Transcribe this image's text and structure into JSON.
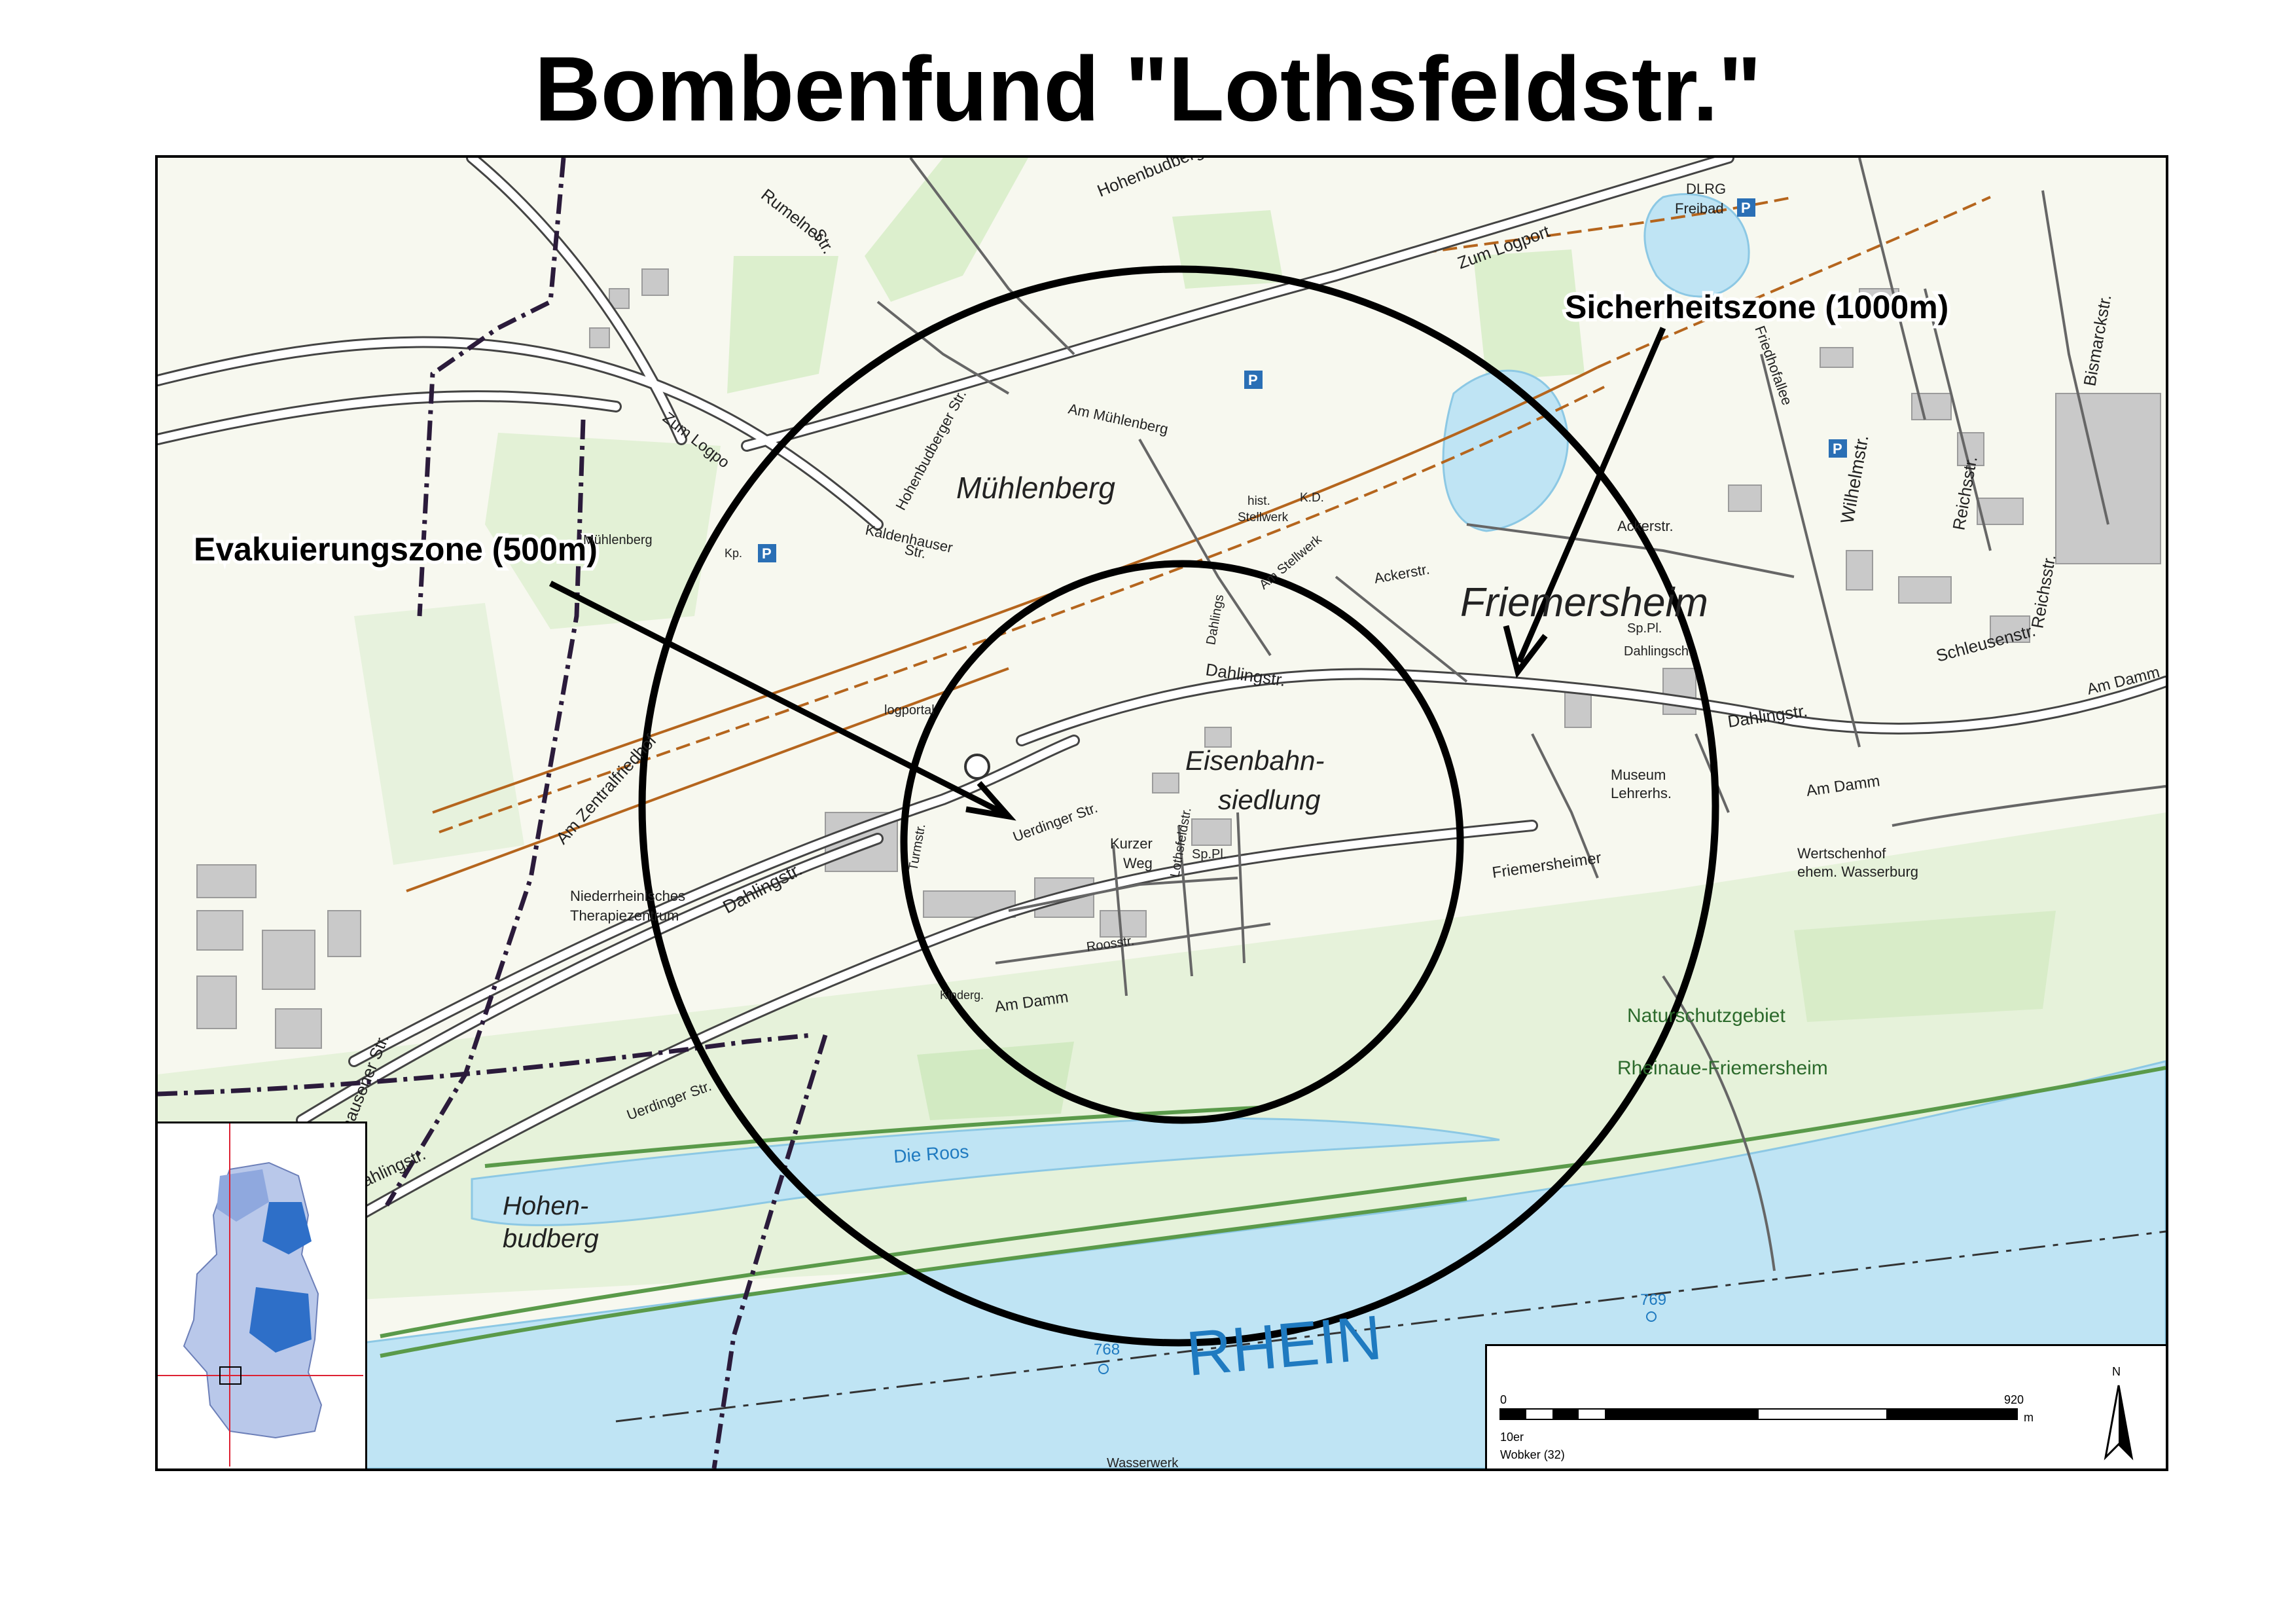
{
  "title": "Bombenfund \"Lothsfeldstr.\"",
  "zones": {
    "inner_label": "Evakuierungszone (500m)",
    "outer_label": "Sicherheitszone (1000m)",
    "inner_radius_m": 500,
    "outer_radius_m": 1000
  },
  "places": {
    "muehlenberg": "Mühlenberg",
    "friemersheim": "Friemersheim",
    "eisenbahnsiedlung_1": "Eisenbahn-",
    "eisenbahnsiedlung_2": "siedlung",
    "hohenbudberg_1": "Hohen-",
    "hohenbudberg_2": "budberg"
  },
  "streets": {
    "dahlingstr_center": "Dahlingstr.",
    "dahlingstr_west": "Dahlingstr.",
    "dahlingstr_sw": "Dahlingstr.",
    "dahlingstr_east": "Dahlingstr.",
    "zum_logport": "Zum Logport",
    "zum_logpo": "Zum Logpo",
    "rumelner": "Rumelner",
    "rumelner_str": "Str.",
    "am_muehlenberg": "Am Mühlenberg",
    "kaldenhauser": "Kaldenhauser",
    "kaldenhauser_str": "Str.",
    "hohenbudberger": "Hohenbudberger Str.",
    "uerdinger_str": "Uerdinger Str.",
    "uerdinger_str_2": "Uerdinger Str.",
    "am_damm_1": "Am Damm",
    "am_damm_2": "Am Damm",
    "am_damm_3": "Am Damm",
    "friemersheimer": "Friemersheimer",
    "ackerstr_1": "Ackerstr.",
    "ackerstr_2": "Ackerstr.",
    "friedhofallee": "Friedhofallee",
    "wilhelmstr": "Wilhelmstr.",
    "reichsstr_1": "Reichsstr.",
    "reichsstr_2": "Reichsstr.",
    "schleusenstr": "Schleusenstr.",
    "bismarckstr": "Bismarckstr.",
    "am_zentralfriedhof": "Am Zentralfriedhof",
    "turmstr": "Turmstr.",
    "roosstr": "Roosstr.",
    "kurzer_weg_1": "Kurzer",
    "kurzer_weg_2": "Weg",
    "lothsfeldstr": "Lothsfeldstr.",
    "hohenbudberg_road": "Hohenbudberg",
    "rheinhausener": "nhausener Str.",
    "am_stellwerk": "Am Stellwerk",
    "dahlings": "Dahlings"
  },
  "pois": {
    "logportal": "logportal",
    "hist_stellwerk_1": "hist.",
    "hist_stellwerk_2": "Stellwerk",
    "kd": "K.D.",
    "dlrg_1": "DLRG",
    "dlrg_2": "Freibad",
    "niederrh_1": "Niederrheinisches",
    "niederrh_2": "Therapiezentrum",
    "museum_1": "Museum",
    "museum_2": "Lehrerhs.",
    "wertschenhof_1": "Wertschenhof",
    "wertschenhof_2": "ehem. Wasserburg",
    "nsg_1": "Naturschutzgebiet",
    "nsg_2": "Rheinaue-Friemersheim",
    "die_roos": "Die Roos",
    "sp_pl": "Sp.Pl.",
    "sp_pl_2": "Sp.Pl.",
    "dahling_sch": "Dahlingsch.",
    "kinderg": "Kinderg.",
    "wasserwerk": "Wasserwerk",
    "muehlenberg_small": "Mühlenberg",
    "kp": "Kp."
  },
  "river": {
    "name": "RHEIN",
    "km_768": "768",
    "km_769": "769"
  },
  "scale": {
    "start": "0",
    "end": "920",
    "unit": "m",
    "line1": "10er",
    "line2": "Wobker (32)",
    "north": "N"
  },
  "colors": {
    "rhine_water": "#bfe4f4",
    "forest_green": "#d9edc9",
    "road_brown": "#b5651d",
    "circle": "#000000"
  }
}
